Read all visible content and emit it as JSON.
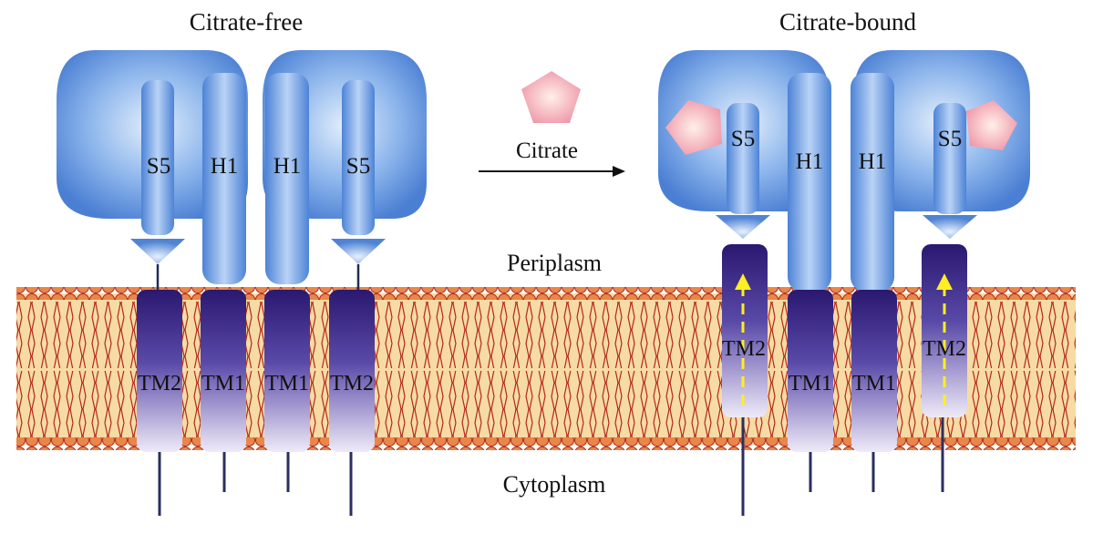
{
  "panels": {
    "left_title": "Citrate-free",
    "right_title": "Citrate-bound"
  },
  "arrow": {
    "label": "Citrate"
  },
  "regions": {
    "periplasm": "Periplasm",
    "cytoplasm": "Cytoplasm"
  },
  "left": {
    "helix_labels": [
      "S5",
      "H1",
      "H1",
      "S5"
    ],
    "tm_labels": [
      "TM2",
      "TM1",
      "TM1",
      "TM2"
    ]
  },
  "right": {
    "helix_labels": [
      "S5",
      "H1",
      "H1",
      "S5"
    ],
    "tm_labels": [
      "TM2",
      "TM1",
      "TM1",
      "TM2"
    ]
  },
  "colors": {
    "domain_blue": "#6f9fe3",
    "domain_light": "#d8e8fb",
    "tm_purple": "#2e1e78",
    "tm_light": "#e9e4f7",
    "lipid_head": "#e07a3c",
    "lipid_outline": "#b4281a",
    "lipid_tail_fill": "#f7dca3",
    "citrate_pink": "#f2a3b0",
    "signal_yellow": "#ffee22",
    "arrow": "#111111"
  }
}
